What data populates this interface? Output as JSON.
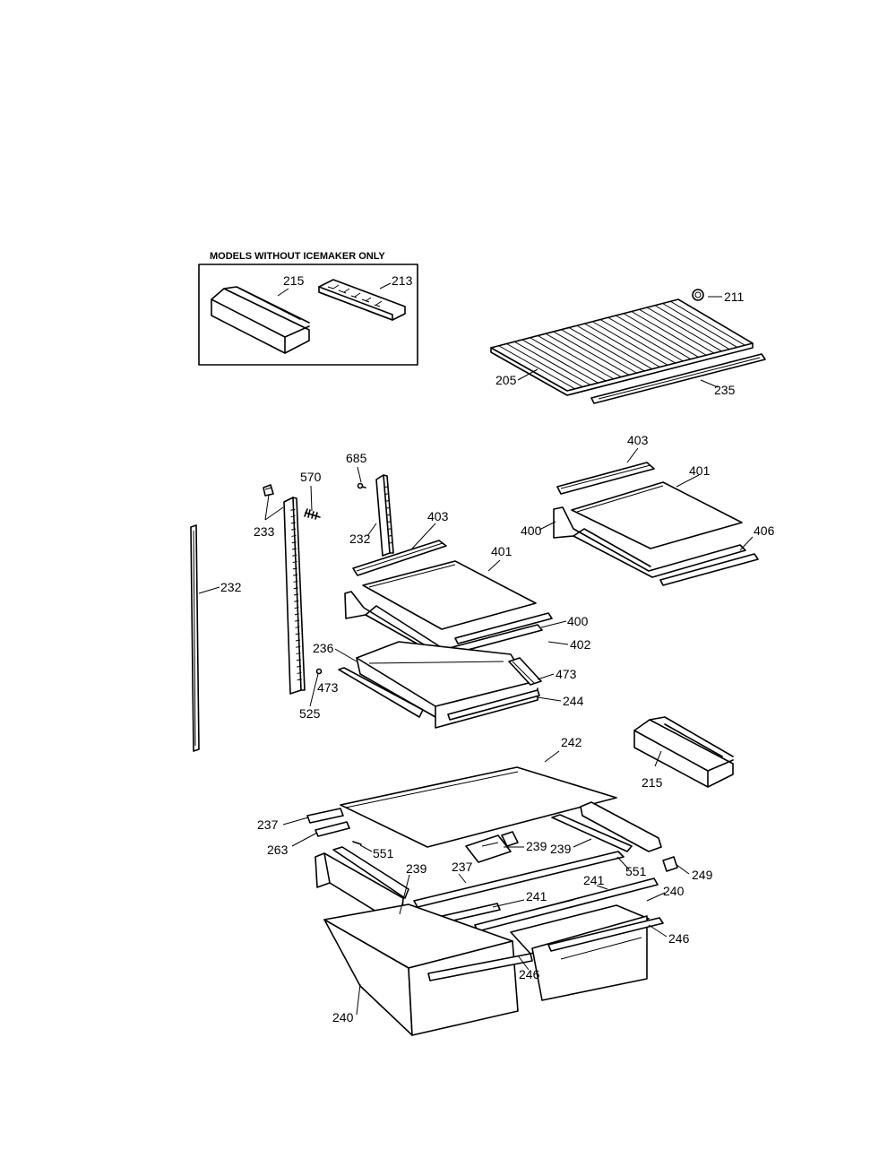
{
  "diagram": {
    "inset_caption": "MODELS WITHOUT ICEMAKER ONLY",
    "callouts": [
      {
        "id": "inset-215",
        "text": "215"
      },
      {
        "id": "inset-213",
        "text": "213"
      },
      {
        "id": "c-211",
        "text": "211"
      },
      {
        "id": "c-205",
        "text": "205"
      },
      {
        "id": "c-235",
        "text": "235"
      },
      {
        "id": "c-685",
        "text": "685"
      },
      {
        "id": "c-570",
        "text": "570"
      },
      {
        "id": "c-233",
        "text": "233"
      },
      {
        "id": "c-232a",
        "text": "232"
      },
      {
        "id": "c-232b",
        "text": "232"
      },
      {
        "id": "c-403a",
        "text": "403"
      },
      {
        "id": "c-403b",
        "text": "403"
      },
      {
        "id": "c-401a",
        "text": "401"
      },
      {
        "id": "c-401b",
        "text": "401"
      },
      {
        "id": "c-400a",
        "text": "400"
      },
      {
        "id": "c-400b",
        "text": "400"
      },
      {
        "id": "c-406",
        "text": "406"
      },
      {
        "id": "c-402",
        "text": "402"
      },
      {
        "id": "c-236",
        "text": "236"
      },
      {
        "id": "c-473a",
        "text": "473"
      },
      {
        "id": "c-473b",
        "text": "473"
      },
      {
        "id": "c-244",
        "text": "244"
      },
      {
        "id": "c-525",
        "text": "525"
      },
      {
        "id": "c-242",
        "text": "242"
      },
      {
        "id": "c-215",
        "text": "215"
      },
      {
        "id": "c-237a",
        "text": "237"
      },
      {
        "id": "c-263",
        "text": "263"
      },
      {
        "id": "c-551a",
        "text": "551"
      },
      {
        "id": "c-239a",
        "text": "239"
      },
      {
        "id": "c-239b",
        "text": "239"
      },
      {
        "id": "c-239c",
        "text": "239"
      },
      {
        "id": "c-237b",
        "text": "237"
      },
      {
        "id": "c-551b",
        "text": "551"
      },
      {
        "id": "c-249",
        "text": "249"
      },
      {
        "id": "c-241a",
        "text": "241"
      },
      {
        "id": "c-241b",
        "text": "241"
      },
      {
        "id": "c-240a",
        "text": "240"
      },
      {
        "id": "c-240b",
        "text": "240"
      },
      {
        "id": "c-246a",
        "text": "246"
      },
      {
        "id": "c-246b",
        "text": "246"
      }
    ]
  }
}
